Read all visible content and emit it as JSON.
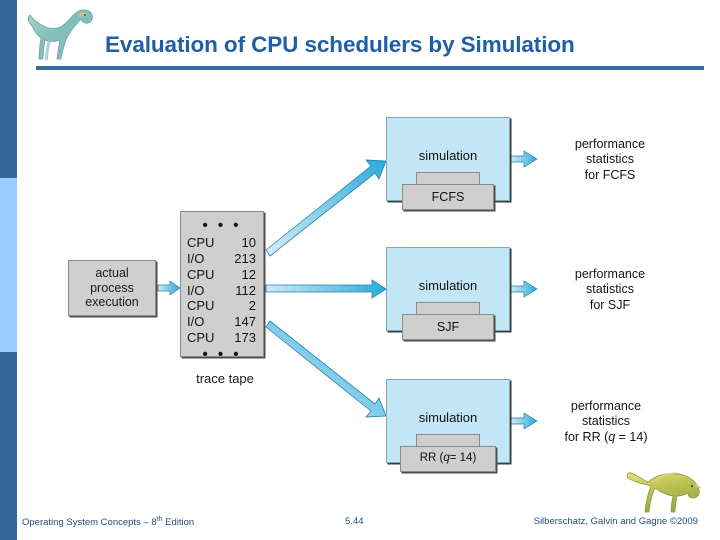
{
  "slide": {
    "title": "Evaluation of CPU schedulers by Simulation",
    "title_color": "#1f5fa8",
    "accent_color": "#3c6e9a",
    "stripe_dark": "#336699",
    "stripe_light": "#99ccff"
  },
  "diagram": {
    "actual_process": {
      "line1": "actual",
      "line2": "process",
      "line3": "execution"
    },
    "trace_tape": {
      "caption": "trace tape",
      "dots": "• • •",
      "rows": [
        {
          "op": "CPU",
          "value": "10"
        },
        {
          "op": "I/O",
          "value": "213"
        },
        {
          "op": "CPU",
          "value": "12"
        },
        {
          "op": "I/O",
          "value": "112"
        },
        {
          "op": "CPU",
          "value": "2"
        },
        {
          "op": "I/O",
          "value": "147"
        },
        {
          "op": "CPU",
          "value": "173"
        }
      ]
    },
    "simulations": [
      {
        "id": "fcfs",
        "sim_label": "simulation",
        "scheduler": "FCFS",
        "stats_line1": "performance",
        "stats_line2": "statistics",
        "stats_line3": "for FCFS"
      },
      {
        "id": "sjf",
        "sim_label": "simulation",
        "scheduler": "SJF",
        "stats_line1": "performance",
        "stats_line2": "statistics",
        "stats_line3": "for SJF"
      },
      {
        "id": "rr",
        "sim_label": "simulation",
        "scheduler_pre": "RR (",
        "scheduler_q": "q",
        "scheduler_post": " = 14)",
        "stats_line1": "performance",
        "stats_line2": "statistics",
        "stats_line3_pre": "for RR (",
        "stats_line3_q": "q",
        "stats_line3_post": " = 14)"
      }
    ],
    "colors": {
      "sim_fill": "#c3e6f7",
      "box_fill": "#cfcfcf",
      "arrow_fill": "#29abdc"
    }
  },
  "footer": {
    "left_text": "Operating System Concepts – 8",
    "left_sup": "th",
    "left_text_end": " Edition",
    "page_number": "5.44",
    "right_text": "Silberschatz, Galvin and Gagne ©2009"
  }
}
